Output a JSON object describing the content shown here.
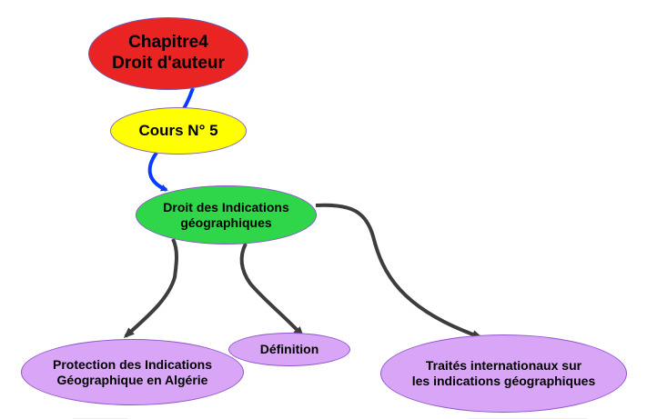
{
  "diagram": {
    "type": "mind-map",
    "nodes": {
      "root": {
        "label": "Chapitre4\nDroit d'auteur",
        "color": "#ea2323"
      },
      "cours": {
        "label": "Cours N° 5",
        "color": "#ffff00"
      },
      "droit": {
        "label": "Droit des Indications\ngéographiques",
        "color": "#2fd64a"
      },
      "protection": {
        "label": "Protection des Indications\nGéographique en Algérie",
        "color": "#d9a6f7"
      },
      "definition": {
        "label": "Définition",
        "color": "#d9a6f7"
      },
      "traites": {
        "label": "Traités internationaux sur\nles indications géographiques",
        "color": "#d9a6f7"
      }
    },
    "edges": [
      {
        "from": "root",
        "to": "cours",
        "color": "#0a3cff",
        "arrow": false
      },
      {
        "from": "cours",
        "to": "droit",
        "color": "#0a3cff",
        "arrow": true
      },
      {
        "from": "droit",
        "to": "protection",
        "color": "#3d3d3d",
        "arrow": true
      },
      {
        "from": "droit",
        "to": "definition",
        "color": "#3d3d3d",
        "arrow": true
      },
      {
        "from": "droit",
        "to": "traites",
        "color": "#3d3d3d",
        "arrow": true
      }
    ]
  }
}
